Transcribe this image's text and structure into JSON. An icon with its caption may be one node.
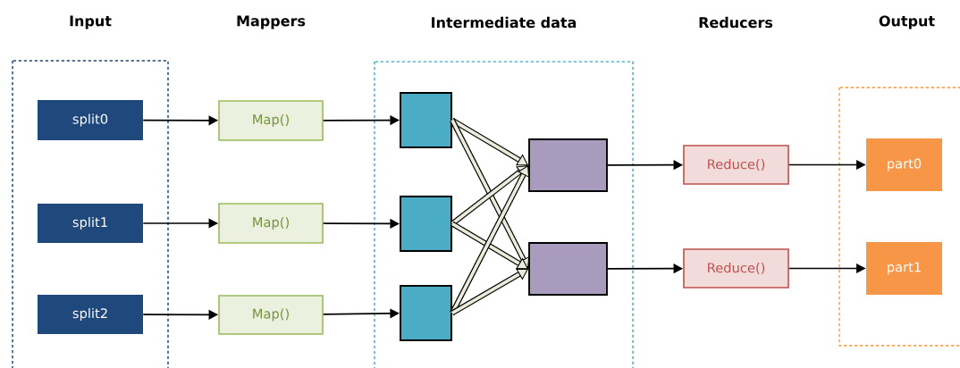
{
  "diagram": {
    "nodes": [
      {
        "text": [
          "Input"
        ]
      },
      {
        "text": [
          "split0"
        ],
        "in": 0
      },
      {
        "text": [
          "split1"
        ],
        "in": 0
      },
      {
        "text": [
          "split2"
        ],
        "in": 0
      },
      {
        "text": [
          "Map()"
        ]
      },
      {
        "text": [
          "Map()"
        ]
      },
      {
        "text": [
          "Map()"
        ]
      },
      {
        "text": [
          "Intermediate data"
        ]
      },
      {
        "text": [],
        "shape": "box",
        "in": 7
      },
      {
        "text": [],
        "shape": "box",
        "in": 7
      },
      {
        "text": [],
        "shape": "box",
        "in": 7
      },
      {
        "text": [],
        "shape": "box",
        "in": 7
      },
      {
        "text": [],
        "shape": "box",
        "in": 7
      },
      {
        "text": [
          "Reduce()"
        ]
      },
      {
        "text": [
          "Reduce()"
        ]
      },
      {
        "text": [
          "Output"
        ]
      },
      {
        "text": [
          "part0"
        ],
        "in": 15
      },
      {
        "text": [
          "part1"
        ],
        "in": 15
      }
    ],
    "edges": [
      {
        "from": 1,
        "to": 4,
        "arrow": "to"
      },
      {
        "from": 2,
        "to": 5,
        "arrow": "to"
      },
      {
        "from": 3,
        "to": 6,
        "arrow": "to"
      },
      {
        "from": 4,
        "to": 8,
        "arrow": "to"
      },
      {
        "from": 5,
        "to": 9,
        "arrow": "to"
      },
      {
        "from": 6,
        "to": 10,
        "arrow": "to"
      },
      {
        "from": 8,
        "to": 11,
        "arrow": "to",
        "style": "thick"
      },
      {
        "from": 8,
        "to": 12,
        "arrow": "to",
        "style": "thick"
      },
      {
        "from": 9,
        "to": 11,
        "arrow": "to",
        "style": "thick"
      },
      {
        "from": 9,
        "to": 12,
        "arrow": "to",
        "style": "thick"
      },
      {
        "from": 10,
        "to": 11,
        "arrow": "to",
        "style": "thick"
      },
      {
        "from": 10,
        "to": 12,
        "arrow": "to",
        "style": "thick"
      },
      {
        "from": 11,
        "to": 13,
        "arrow": "to"
      },
      {
        "from": 12,
        "to": 14,
        "arrow": "to"
      },
      {
        "from": 13,
        "to": 16,
        "arrow": "to"
      },
      {
        "from": 14,
        "to": 17,
        "arrow": "to"
      }
    ],
    "labels": [
      "Mappers",
      "Reducers"
    ]
  }
}
